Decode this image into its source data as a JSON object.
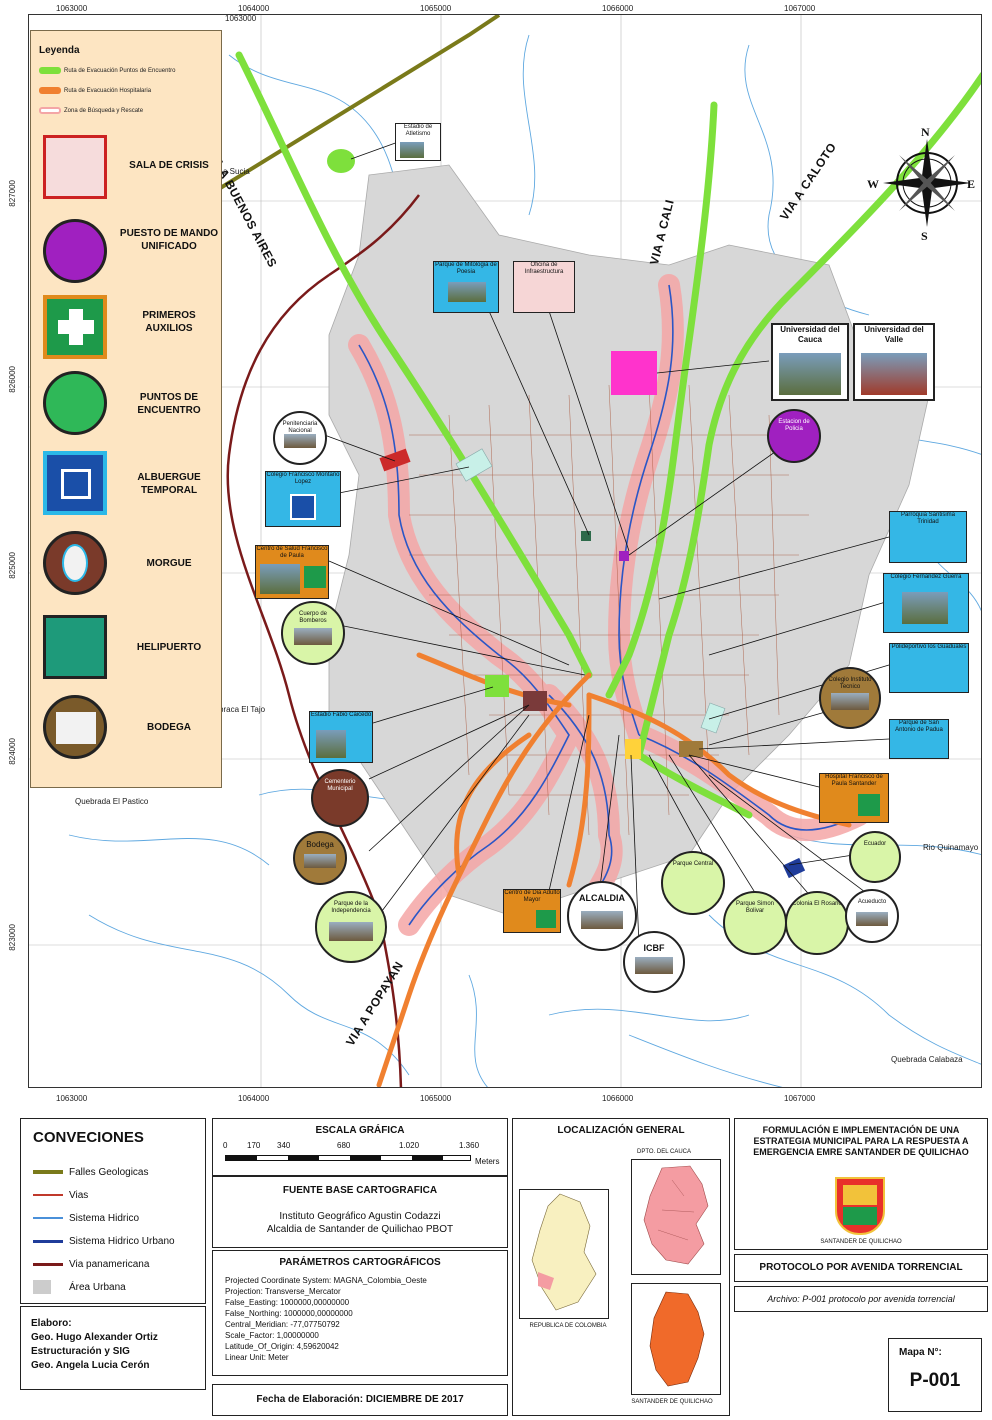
{
  "map": {
    "top_coords": [
      "1063000",
      "1064000",
      "1065000",
      "1066000",
      "1067000"
    ],
    "bottom_coords": [
      "1063000",
      "1064000",
      "1065000",
      "1066000",
      "1067000"
    ],
    "left_coords": [
      "827000",
      "826000",
      "825000",
      "824000",
      "823000"
    ],
    "roads": {
      "buenos_aires": "VIA A BUENOS AIRES",
      "cali": "VIA A CALI",
      "caloto": "VIA A CALOTO",
      "popayan": "VIA A POPAYAN"
    },
    "places": {
      "sucia": "a Sucia",
      "el_tajo": "braca El Tajo",
      "el_pastico": "Quebrada El Pastico",
      "rio_quinamayo": "Rio Quinamayo",
      "calabaza": "Quebrada Calabaza"
    },
    "compass": {
      "n": "N",
      "s": "S",
      "e": "E",
      "w": "W"
    },
    "cards": {
      "estadio_atletismo": "Estadio de Atletismo",
      "parque_poesia": "Parque de Mitologia de Poesia",
      "oficina_infra": "Oficina de Infraestructura",
      "univ_cauca": "Universidad del Cauca",
      "univ_valle": "Universidad del Valle",
      "penitenciaria": "Penitenciaria Nacional",
      "colegio": "Colegio Francisco Montano Lopez",
      "centro_salud": "Centro de Salud Francisco de Paula",
      "bomberos": "Cuerpo de Bomberos",
      "estadio_fabio": "Estadio Fabio Caicedo",
      "cementerio": "Cementerio Municipal",
      "bodega": "Bodega",
      "vicinto": "Parque de la Independencia",
      "centro_dia": "Centro de Dia Adulto Mayor",
      "alcaldia": "ALCALDIA",
      "icbf": "ICBF",
      "parque_central": "Parque Central",
      "parque_bolivar": "Parque Simon Bolivar",
      "colonia": "Colonia El Rosario",
      "acueducto": "Acueducto",
      "parroquia": "Parroquia Santisima Trinidad",
      "colegio_fernandez": "Colegio Fernandez Guerra",
      "polideportivo": "Polideportivo los Guaduales",
      "colegio_instituto": "Colegio Instituto Tecnico",
      "parque_antonio": "Parque de San Antonio de Padua",
      "hospital": "Hospital Francisco de Paula Santander",
      "puesto_policia": "Estacion de Policia",
      "ecuador": "Ecuador"
    }
  },
  "legend": {
    "title": "Leyenda",
    "lines": [
      {
        "label": "Ruta de Evacuación Puntos de Encuentro",
        "color": "#7ee03c"
      },
      {
        "label": "Ruta de Evacuación Hospitalaria",
        "color": "#f08030"
      },
      {
        "label": "Zona de Búsqueda y Rescate",
        "color": "#f4a6a6"
      }
    ],
    "items": [
      {
        "label": "SALA DE CRISIS",
        "box_fill": "#f6dcdc",
        "box_border": "#cc2222",
        "icon": "meeting-icon"
      },
      {
        "label": "PUESTO DE MANDO UNIFICADO",
        "box_fill": "#a020c0",
        "box_border": "#222222",
        "icon": "command-post-icon"
      },
      {
        "label": "PRIMEROS AUXILIOS",
        "box_fill": "#1e9a4a",
        "box_border": "#e08a1c",
        "icon": "first-aid-icon"
      },
      {
        "label": "PUNTOS DE ENCUENTRO",
        "box_fill": "#2fb858",
        "box_border": "#222222",
        "icon": "meeting-point-icon"
      },
      {
        "label": "ALBUERGUE TEMPORAL",
        "box_fill": "#1a4fa8",
        "box_border": "#2bb8e8",
        "icon": "shelter-icon"
      },
      {
        "label": "MORGUE",
        "box_fill": "#7a3a2a",
        "box_border": "#222222",
        "icon": "morgue-icon"
      },
      {
        "label": "HELIPUERTO",
        "box_fill": "#1e9a7a",
        "box_border": "#222222",
        "icon": "helicopter-icon"
      },
      {
        "label": "BODEGA",
        "box_fill": "#7a5a2a",
        "box_border": "#222222",
        "icon": "warehouse-icon"
      }
    ]
  },
  "convenciones": {
    "title": "CONVECIONES",
    "items": [
      {
        "label": "Falles Geologicas",
        "color": "#7a7a1a"
      },
      {
        "label": "Vias",
        "color": "#c0392b"
      },
      {
        "label": "Sistema Hidrico",
        "color": "#4a90d9"
      },
      {
        "label": "Sistema Hidrico Urbano",
        "color": "#1f3c9a"
      },
      {
        "label": "Via panamericana",
        "color": "#7a1a1a"
      },
      {
        "label": "Área Urbana",
        "color": "#cccccc"
      }
    ]
  },
  "elaboro": {
    "lines": [
      "Elaboro:",
      "Geo. Hugo Alexander Ortiz",
      "Estructuración y SIG",
      "Geo. Angela Lucia Cerón"
    ]
  },
  "escala": {
    "title": "ESCALA GRÁFICA",
    "ticks": [
      "0",
      "170",
      "340",
      "680",
      "1.020",
      "1.360"
    ],
    "unit": "Meters"
  },
  "fuente": {
    "title": "FUENTE BASE CARTOGRAFICA",
    "lines": [
      "Instituto Geográfico Agustin Codazzi",
      "Alcaldia de Santander de Quilichao PBOT"
    ]
  },
  "parametros": {
    "title": "PARÁMETROS CARTOGRÁFICOS",
    "lines": [
      "Projected Coordinate System: MAGNA_Colombia_Oeste",
      "Projection: Transverse_Mercator",
      "False_Easting: 1000000,00000000",
      "False_Northing: 1000000,00000000",
      "Central_Meridian: -77,07750792",
      "Scale_Factor: 1,00000000",
      "Latitude_Of_Origin: 4,59620042",
      "Linear Unit: Meter"
    ]
  },
  "fecha": {
    "label": "Fecha de Elaboración: DICIEMBRE DE 2017"
  },
  "localizacion": {
    "title": "LOCALIZACIÓN GENERAL",
    "dpto": "DPTO. DEL CAUCA",
    "colombia": "REPUBLICA DE COLOMBIA",
    "santander": "SANTANDER DE QUILICHAO"
  },
  "proyecto": {
    "title": "FORMULACIÓN E IMPLEMENTACIÓN DE UNA ESTRATEGIA MUNICIPAL PARA LA RESPUESTA A EMERGENCIA EMRE SANTANDER DE QUILICHAO",
    "seal_caption": "SANTANDER DE QUILICHAO",
    "protocolo": "PROTOCOLO POR AVENIDA TORRENCIAL",
    "archivo": "Archivo: P-001 protocolo por avenida torrencial",
    "mapa_label": "Mapa N°:",
    "mapa_num": "P-001"
  }
}
